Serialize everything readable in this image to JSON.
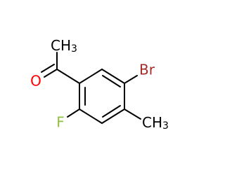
{
  "molecule": {
    "atoms": {
      "methyl_acetyl": {
        "symbol": "CH",
        "subscript": "3",
        "color": "#000000"
      },
      "oxygen": {
        "symbol": "O",
        "color": "#ff0000"
      },
      "bromine": {
        "symbol": "Br",
        "color": "#a52a2a"
      },
      "fluorine": {
        "symbol": "F",
        "color": "#90c040"
      },
      "methyl_ring": {
        "symbol": "CH",
        "subscript": "3",
        "color": "#000000"
      }
    },
    "bond_color": "#000000"
  }
}
